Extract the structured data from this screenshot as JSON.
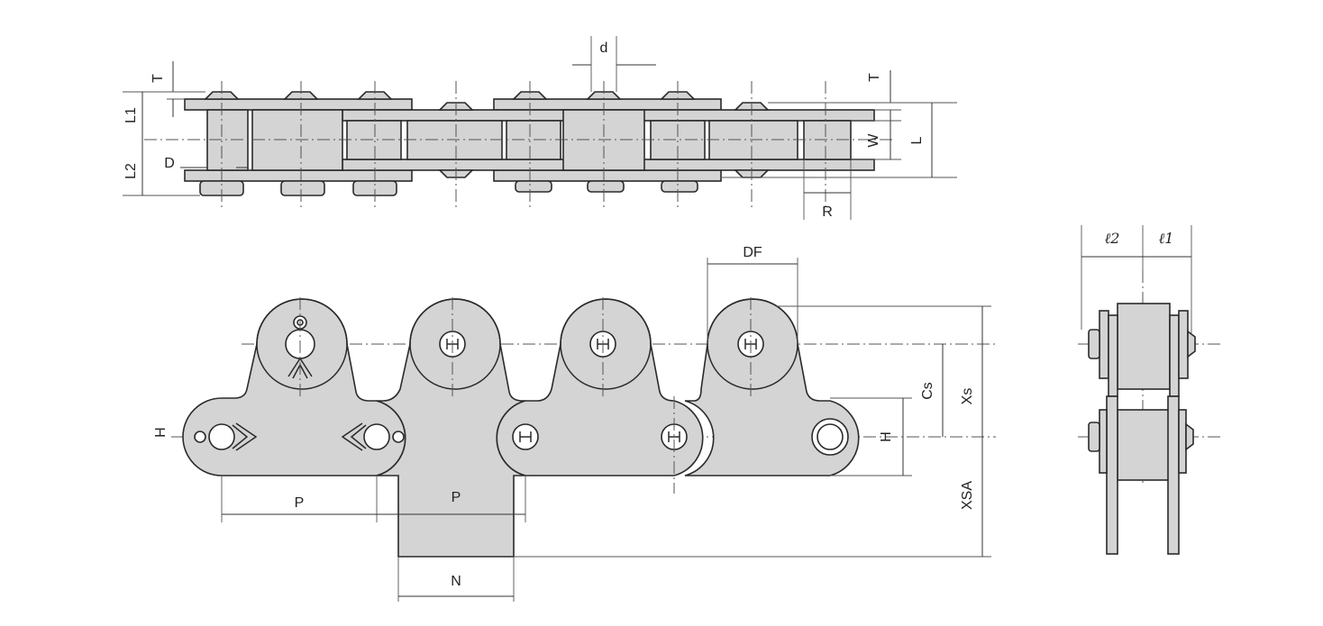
{
  "diagram": {
    "labels": {
      "t_top": "T",
      "d_pin": "d",
      "l1": "L1",
      "l2": "L2",
      "d_roller": "D",
      "t_right": "T",
      "w": "W",
      "l": "L",
      "r": "R",
      "df": "DF",
      "h_left": "H",
      "h_right": "H",
      "cs": "Cs",
      "xs": "Xs",
      "xsa": "XSA",
      "p_left": "P",
      "p_mid": "P",
      "n": "N",
      "ell2": "ℓ2",
      "ell1": "ℓ1"
    },
    "colors": {
      "part_fill": "#d4d4d4",
      "outline": "#2a2a2a",
      "background": "#ffffff"
    }
  }
}
